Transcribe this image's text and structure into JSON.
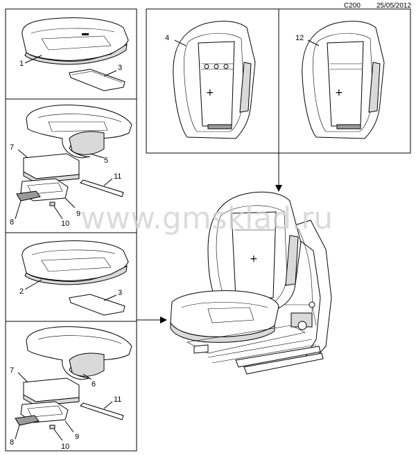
{
  "header": {
    "code": "C200",
    "date": "25/05/2012"
  },
  "watermark": "www.gmsklad.ru",
  "callouts": {
    "c1": "1",
    "c3a": "3",
    "c4": "4",
    "c12": "12",
    "c7a": "7",
    "c5": "5",
    "c11a": "11",
    "c8a": "8",
    "c9a": "9",
    "c10a": "10",
    "c2": "2",
    "c3b": "3",
    "c7b": "7",
    "c6": "6",
    "c11b": "11",
    "c8b": "8",
    "c9b": "9",
    "c10b": "10"
  }
}
